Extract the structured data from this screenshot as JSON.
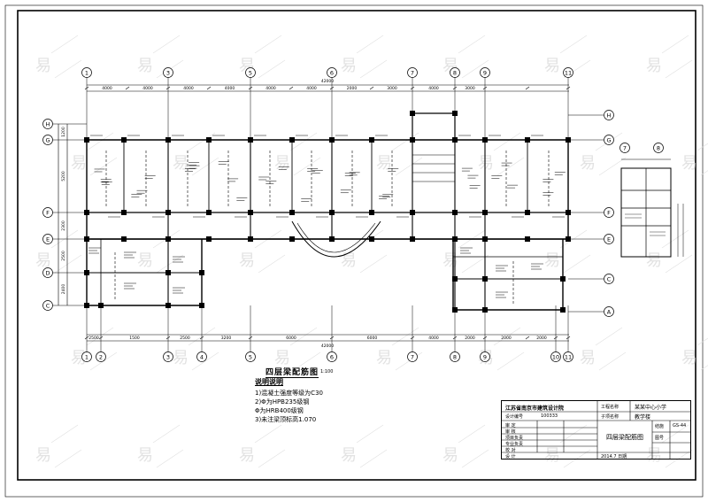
{
  "drawing": {
    "title": "四层梁配筋图",
    "scale": "1:100",
    "top_axes": [
      "1",
      "3",
      "5",
      "6",
      "7",
      "8",
      "9",
      "11"
    ],
    "bottom_axes": [
      "1",
      "2",
      "3",
      "4",
      "5",
      "6",
      "7",
      "8",
      "9",
      "10",
      "11"
    ],
    "left_axes": [
      "H",
      "G",
      "F",
      "E",
      "D",
      "C"
    ],
    "right_axes": [
      "H",
      "G",
      "F",
      "E",
      "C",
      "A"
    ],
    "detail_axes": [
      "7",
      "8"
    ],
    "top_dims": [
      "4000",
      "4000",
      "4000",
      "4000",
      "4000",
      "4000",
      "2000",
      "3000",
      "4000",
      "3000"
    ],
    "top_total": "42000",
    "bottom_dims": [
      "2500",
      "1500",
      "2500",
      "3200",
      "6000",
      "6000",
      "4000",
      "2000",
      "2000",
      "2000"
    ],
    "bottom_total": "42000",
    "left_dims": [
      "1200",
      "5200",
      "2300",
      "2500",
      "2400"
    ]
  },
  "notes": {
    "heading": "说明说明",
    "lines": [
      "1)混凝土强度等级为C30",
      "2)Φ为HPB235级钢",
      "   Φ为HRB400级钢",
      "3)未注梁顶标高1.070"
    ]
  },
  "title_block": {
    "company": "江苏省南京市建筑设计院",
    "project_label": "工程名称",
    "project_name": "某某中心小学",
    "sub_label": "子项名称",
    "sub_name": "教学楼",
    "number_label": "设计编号",
    "number": "100333",
    "drawing_name": "四层梁配筋图",
    "drawing_no_label": "图号",
    "drawing_no": "GS-44",
    "date": "2014.7 日期",
    "rows": [
      "审 定",
      "审 核",
      "项目负责",
      "专业负责",
      "校 对",
      "设 计"
    ],
    "stage": "结施"
  },
  "watermark": {
    "glyph": "易"
  }
}
